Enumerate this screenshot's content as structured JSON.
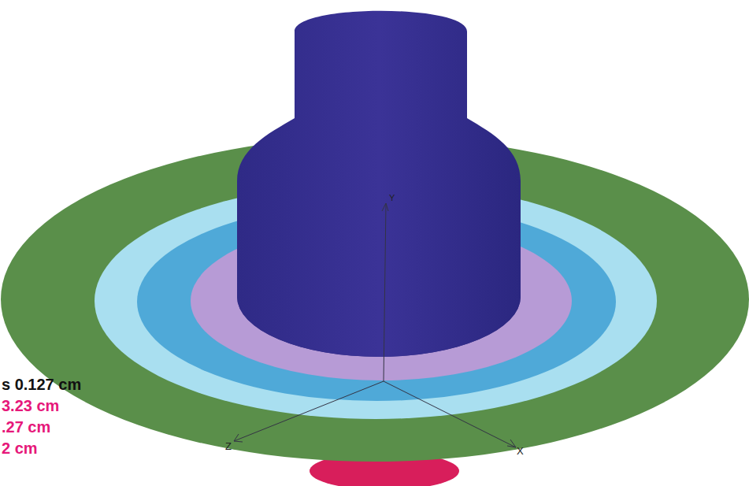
{
  "diagram": {
    "labels": [
      "s 0.127 cm",
      "3.23 cm",
      ".27 cm",
      "2 cm",
      "Y",
      "Z",
      "X"
    ]
  }
}
